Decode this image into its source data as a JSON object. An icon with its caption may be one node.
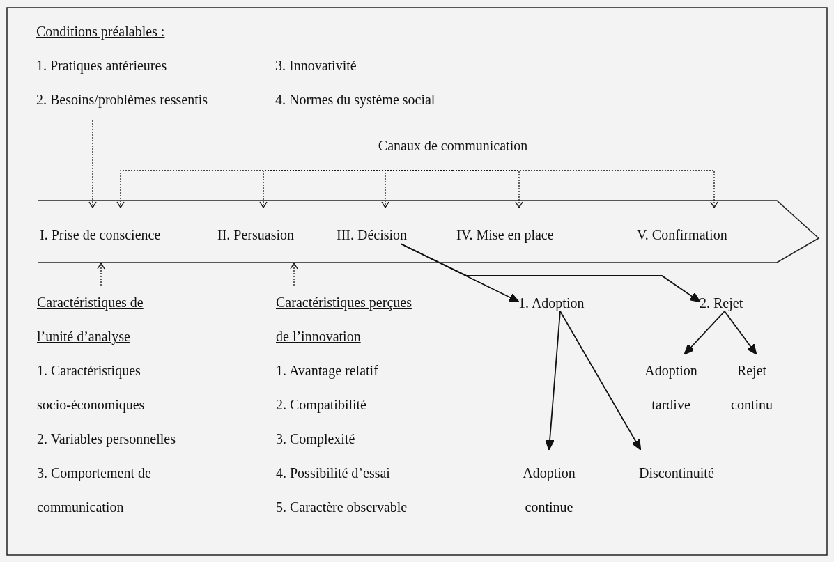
{
  "diagram": {
    "nodes": [
      {
        "text": [
          "Conditions préalables :",
          "1. Pratiques antérieures",
          "3. Innovativité",
          "2. Besoins/problèmes ressentis",
          "4. Normes du système social"
        ]
      },
      {
        "text": [
          "Canaux de communication"
        ]
      },
      {
        "text": [],
        "shape": "arrow"
      },
      {
        "text": [
          "I. Prise de conscience"
        ],
        "in": 2
      },
      {
        "text": [
          "II. Persuasion"
        ],
        "in": 2
      },
      {
        "text": [
          "III. Décision"
        ],
        "in": 2
      },
      {
        "text": [
          "IV. Mise en place"
        ],
        "in": 2
      },
      {
        "text": [
          "V. Confirmation"
        ],
        "in": 2
      },
      {
        "text": [
          "Caractéristiques de l’unité d’analyse",
          "1. Caractéristiques socio-économiques",
          "2. Variables personnelles",
          "3. Comportement de communication"
        ]
      },
      {
        "text": [
          "Caractéristiques perçues de l’innovation",
          "1. Avantage relatif",
          "2. Compatibilité",
          "3. Complexité",
          "4. Possibilité d’essai",
          "5. Caractère observable"
        ]
      },
      {
        "text": [
          "1. Adoption"
        ]
      },
      {
        "text": [
          "2. Rejet"
        ]
      },
      {
        "text": [
          "Adoption tardive"
        ]
      },
      {
        "text": [
          "Rejet continu"
        ]
      },
      {
        "text": [
          "Adoption continue"
        ]
      },
      {
        "text": [
          "Discontinuité"
        ]
      }
    ],
    "edges": [
      {
        "from": 0,
        "to": 3,
        "arrow": "to",
        "style": "dashed"
      },
      {
        "from": 1,
        "to": 3,
        "arrow": "to",
        "style": "dashed"
      },
      {
        "from": 1,
        "to": 4,
        "arrow": "to",
        "style": "dashed"
      },
      {
        "from": 1,
        "to": 5,
        "arrow": "to",
        "style": "dashed"
      },
      {
        "from": 1,
        "to": 6,
        "arrow": "to",
        "style": "dashed"
      },
      {
        "from": 1,
        "to": 7,
        "arrow": "to",
        "style": "dashed"
      },
      {
        "from": 8,
        "to": 3,
        "arrow": "to",
        "style": "dashed"
      },
      {
        "from": 9,
        "to": 4,
        "arrow": "to",
        "style": "dashed"
      },
      {
        "from": 5,
        "to": 10,
        "arrow": "to"
      },
      {
        "from": 5,
        "to": 11,
        "arrow": "to"
      },
      {
        "from": 10,
        "to": 14,
        "arrow": "to"
      },
      {
        "from": 10,
        "to": 15,
        "arrow": "to"
      },
      {
        "from": 11,
        "to": 12,
        "arrow": "to"
      },
      {
        "from": 11,
        "to": 13,
        "arrow": "to"
      }
    ]
  }
}
